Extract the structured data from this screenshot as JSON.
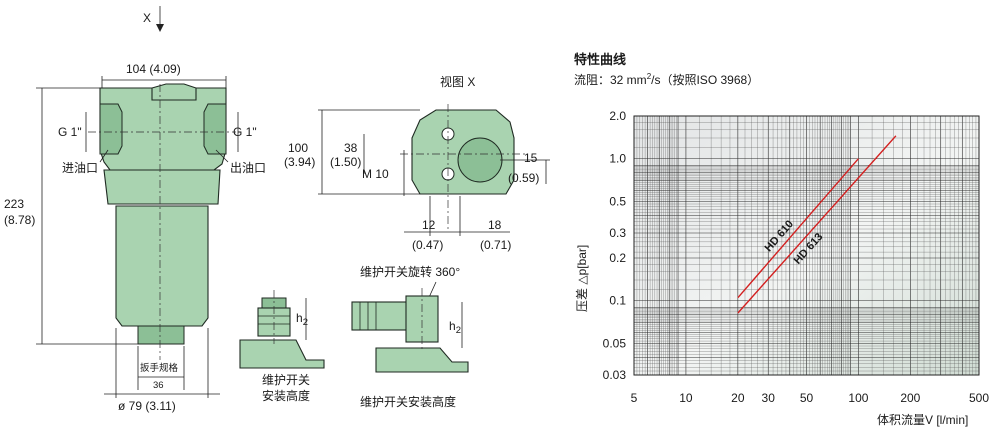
{
  "drawing": {
    "x_view_marker": "X",
    "width_dim": "104 (4.09)",
    "height_dim_top": "223",
    "height_dim_bottom": "(8.78)",
    "port_left": "G 1\"",
    "port_right": "G 1\"",
    "inlet_label": "进油口",
    "outlet_label": "出油口",
    "wrench_label": "扳手规格",
    "wrench_size": "36",
    "diameter_dim": "ø 79 (3.11)"
  },
  "view_x": {
    "title": "视图 X",
    "dim_100_top": "100",
    "dim_100_bottom": "(3.94)",
    "dim_38_top": "38",
    "dim_38_bottom": "(1.50)",
    "dim_m10": "M 10",
    "dim_15_top": "15",
    "dim_15_bottom": "(0.59)",
    "dim_12_top": "12",
    "dim_12_bottom": "(0.47)",
    "dim_18_top": "18",
    "dim_18_bottom": "(0.71)"
  },
  "switch_small": {
    "h_label": "h",
    "h_sub": "2",
    "caption_line1": "维护开关",
    "caption_line2": "安装高度"
  },
  "switch_large": {
    "rotate_label": "维护开关旋转 360°",
    "h_label": "h",
    "h_sub": "2",
    "caption": "维护开关安装高度"
  },
  "chart_data": {
    "type": "line",
    "title": "特性曲线",
    "subtitle_prefix": "流阻：32 mm",
    "subtitle_sup": "2",
    "subtitle_suffix": "/s（按照ISO 3968）",
    "xlabel": "体积流量V  [l/min]",
    "ylabel": "压差 △p[bar]",
    "xscale": "log",
    "yscale": "log",
    "xlim": [
      5,
      500
    ],
    "ylim": [
      0.03,
      2.0
    ],
    "x_ticks": [
      5,
      10,
      20,
      30,
      50,
      100,
      200,
      500
    ],
    "x_tick_labels": [
      "5",
      "10",
      "20",
      "30",
      "50",
      "100",
      "200",
      "500"
    ],
    "y_ticks": [
      0.03,
      0.05,
      0.1,
      0.2,
      0.3,
      0.5,
      1.0,
      2.0
    ],
    "y_tick_labels": [
      "0.03",
      "0.05",
      "0.1",
      "0.2",
      "0.3",
      "0.5",
      "1.0",
      "2.0"
    ],
    "grid": true,
    "line_color": "#d32020",
    "series": [
      {
        "name": "HD 610",
        "x": [
          20,
          100
        ],
        "y": [
          0.105,
          1.0
        ]
      },
      {
        "name": "HD 613",
        "x": [
          20,
          165
        ],
        "y": [
          0.082,
          1.45
        ]
      }
    ]
  }
}
